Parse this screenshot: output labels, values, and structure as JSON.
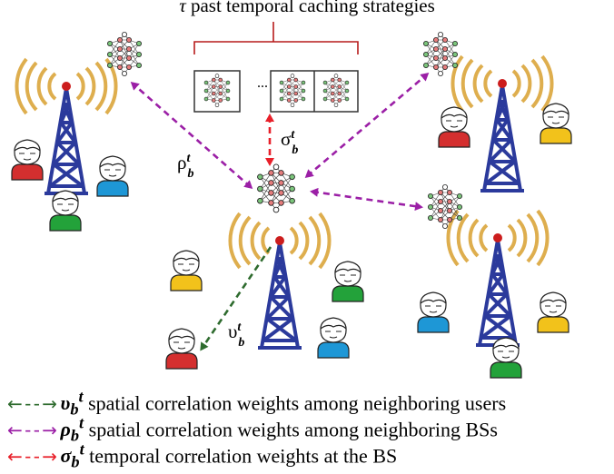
{
  "caption": {
    "tau": "τ",
    "text": "past temporal caching strategies",
    "ellipsis": "..."
  },
  "labels": {
    "rho_base": "ρ",
    "rho_sub": "b",
    "rho_sup": "t",
    "sigma_base": "σ",
    "sigma_sub": "b",
    "sigma_sup": "t",
    "upsilon_base": "υ",
    "upsilon_sub": "b",
    "upsilon_sup": "t"
  },
  "legend": [
    {
      "arrow": "← - - →",
      "symbol": "υ",
      "sub": "b",
      "sup": "t",
      "text": "spatial correlation weights among neighboring users",
      "color": "#2e6b2e"
    },
    {
      "arrow": "← - - →",
      "symbol": "ρ",
      "sub": "b",
      "sup": "t",
      "text": "spatial correlation weights among neighboring BSs",
      "color": "#9b1fa6"
    },
    {
      "arrow": "← - - →",
      "symbol": "σ",
      "sub": "b",
      "sup": "t",
      "text": "temporal correlation weights at the BS",
      "color": "#e8202a"
    }
  ],
  "colors": {
    "tower": "#2b3a9c",
    "wave": "#d9a030",
    "tower_light": "#cc1d1d",
    "users": [
      "#d42f2f",
      "#1e97d6",
      "#23a23a",
      "#f2c21b"
    ],
    "bracket": "#b71c1c"
  },
  "icons": [
    "base-station-icon",
    "neural-network-icon",
    "user-icon"
  ]
}
